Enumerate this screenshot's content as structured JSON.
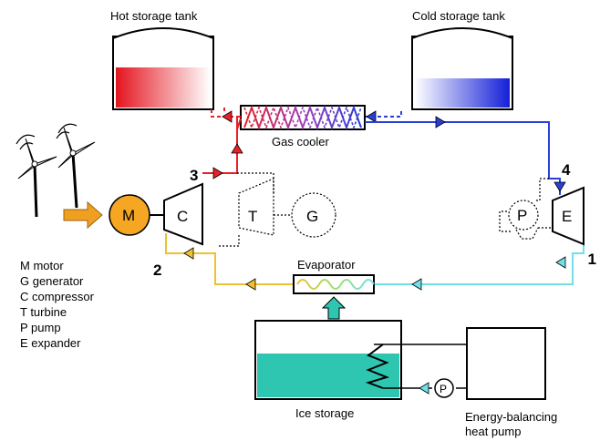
{
  "labels": {
    "hot_tank": "Hot storage tank",
    "cold_tank": "Cold storage tank",
    "gas_cooler": "Gas cooler",
    "evaporator": "Evaporator",
    "ice_storage": "Ice storage",
    "heat_pump_line1": "Energy-balancing",
    "heat_pump_line2": "heat pump"
  },
  "components": {
    "motor": "M",
    "compressor": "C",
    "turbine": "T",
    "generator": "G",
    "pump": "P",
    "expander": "E",
    "small_pump": "P"
  },
  "states": [
    "1",
    "2",
    "3",
    "4"
  ],
  "legend": [
    "M motor",
    "G generator",
    "C compressor",
    "T turbine",
    "P pump",
    "E expander"
  ],
  "colors": {
    "hot": "#e8202a",
    "cold": "#2a3fd6",
    "warm_line": "#f0c030",
    "cool_line": "#6fe0e8",
    "ice": "#2ec6b0",
    "motor": "#f5a623",
    "arrow_orange": "#f0a020"
  }
}
